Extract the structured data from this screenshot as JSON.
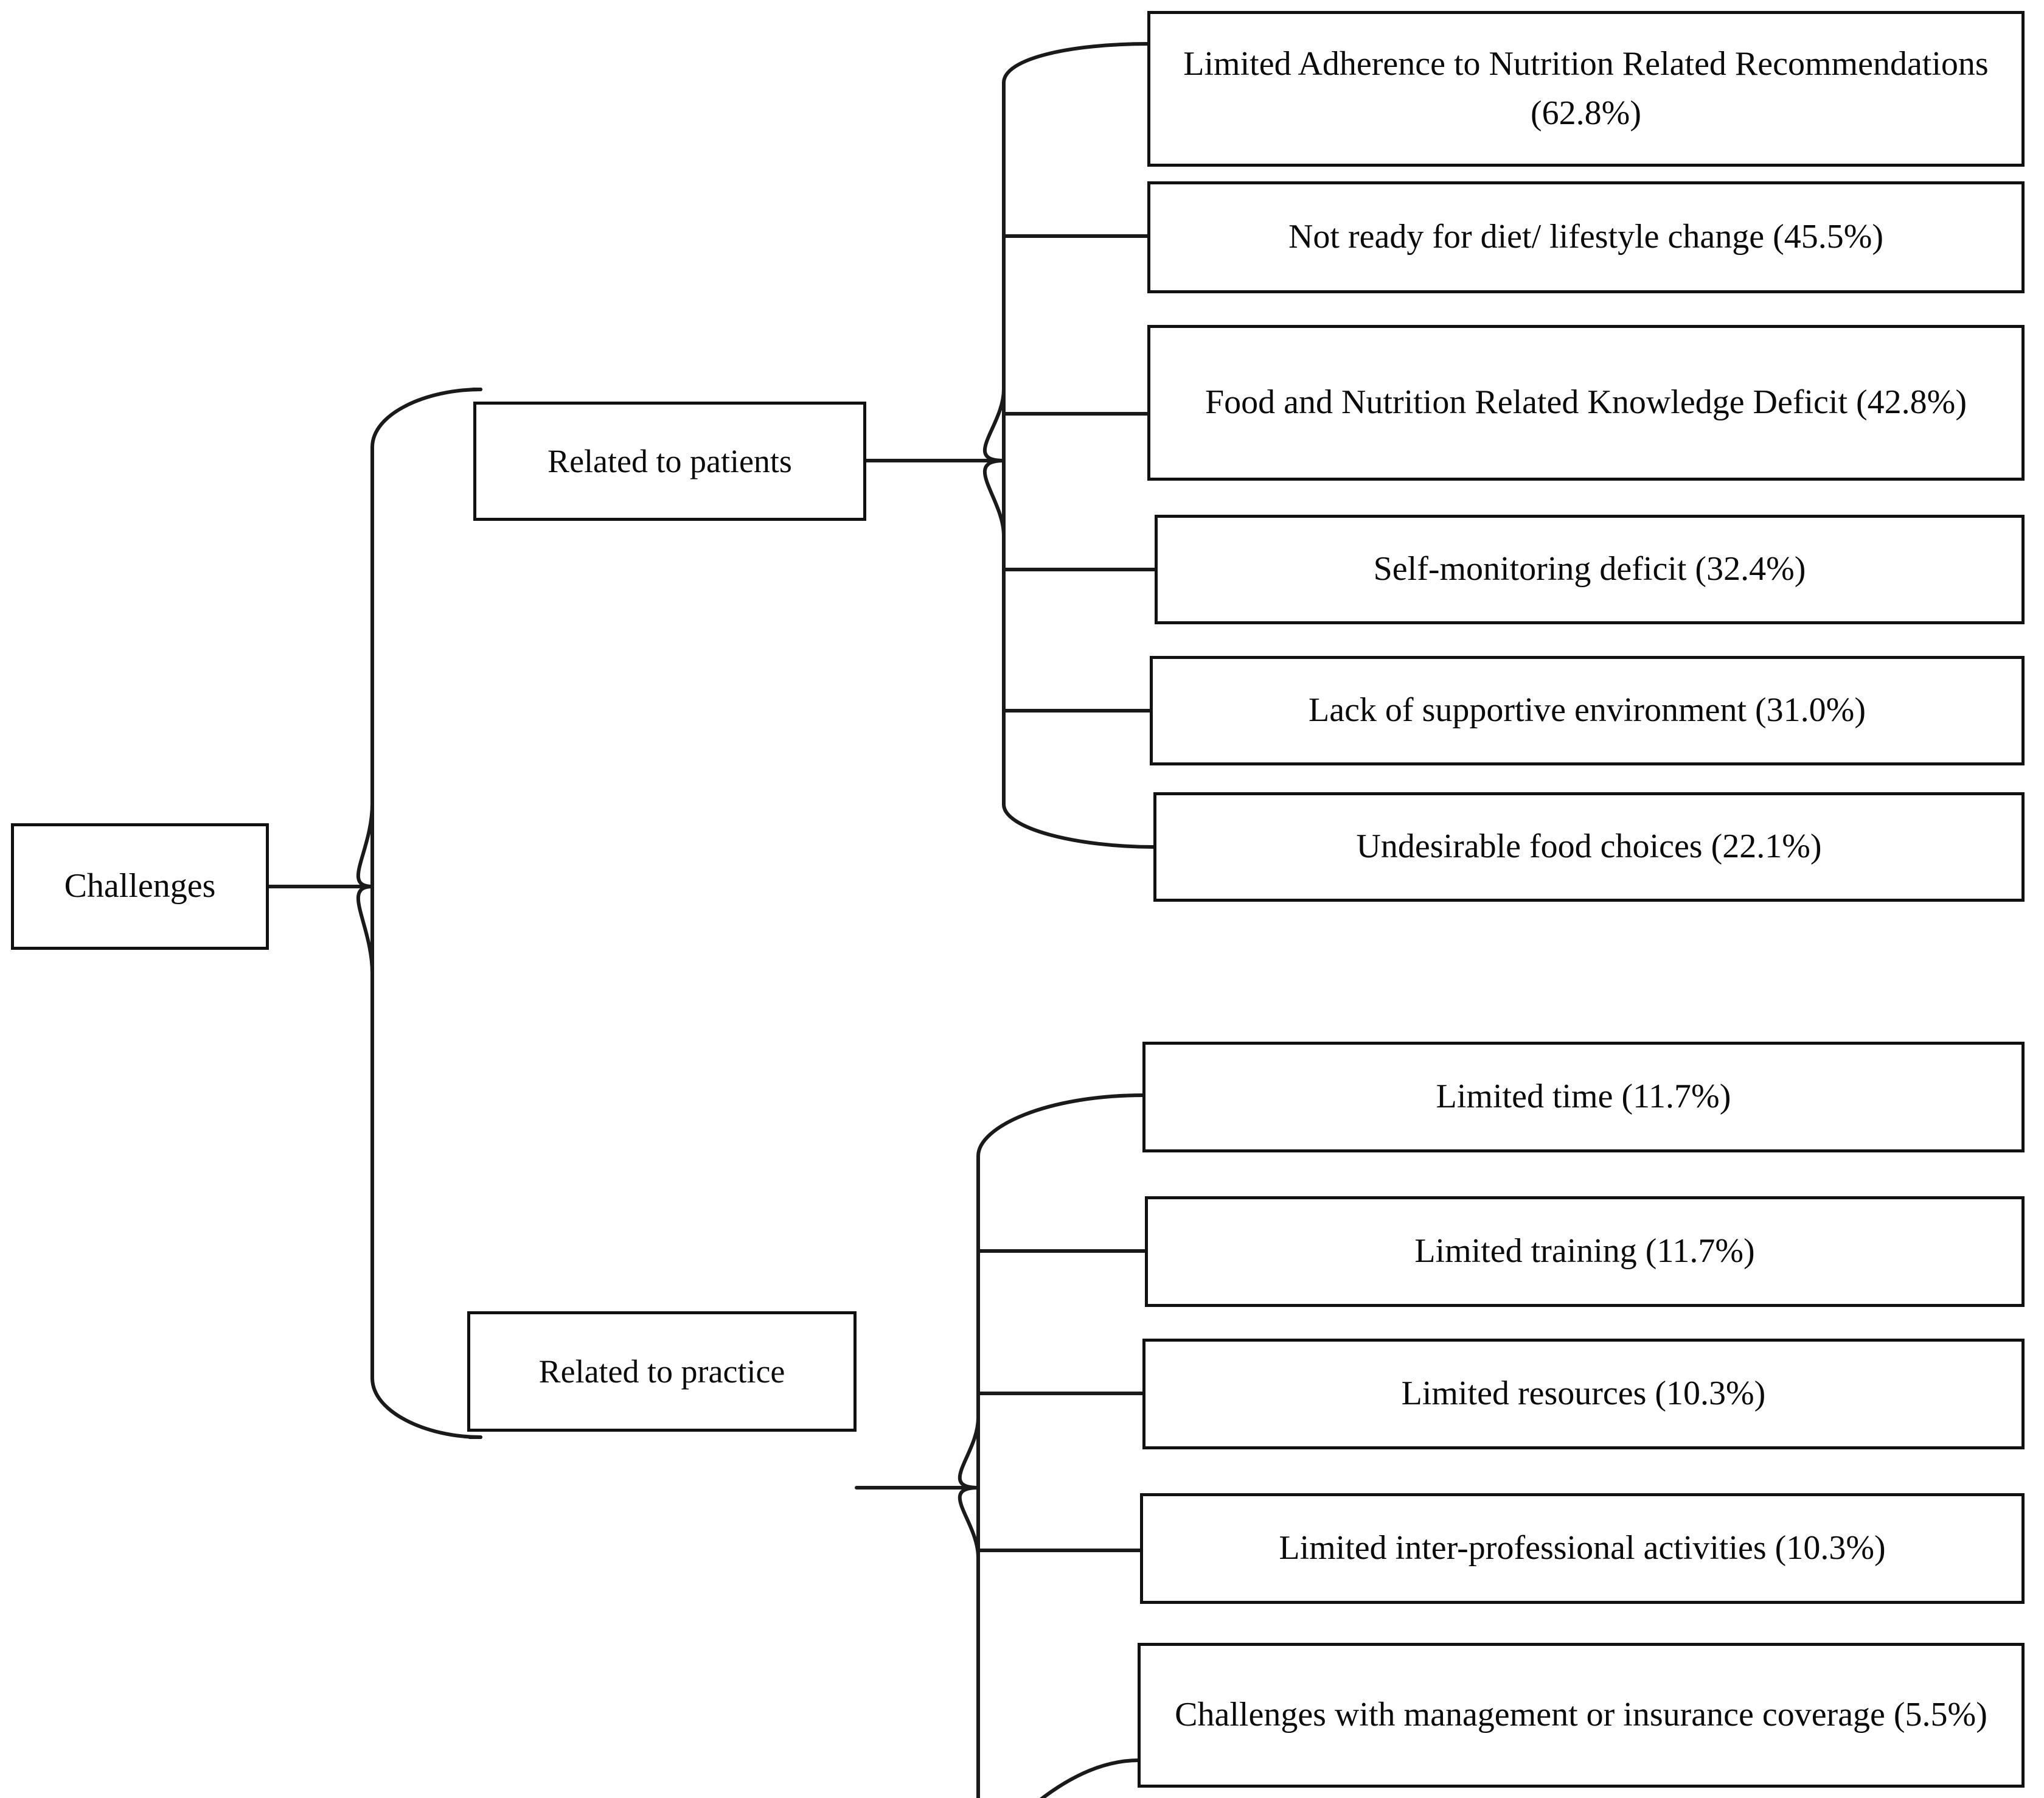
{
  "diagram": {
    "type": "tree-mind-map",
    "orientation": "left-to-right",
    "root": {
      "label": "Challenges"
    },
    "branches": [
      {
        "label": "Related to patients",
        "children": [
          {
            "label": "Limited Adherence to Nutrition Related Recommendations (62.8%)",
            "value": 62.8
          },
          {
            "label": "Not ready for diet/ lifestyle change (45.5%)",
            "value": 45.5
          },
          {
            "label": "Food and Nutrition Related Knowledge Deficit (42.8%)",
            "value": 42.8
          },
          {
            "label": "Self-monitoring deficit (32.4%)",
            "value": 32.4
          },
          {
            "label": "Lack of supportive environment (31.0%)",
            "value": 31.0
          },
          {
            "label": "Undesirable food choices (22.1%)",
            "value": 22.1
          }
        ]
      },
      {
        "label": "Related to practice",
        "children": [
          {
            "label": "Limited time (11.7%)",
            "value": 11.7
          },
          {
            "label": "Limited training (11.7%)",
            "value": 11.7
          },
          {
            "label": "Limited resources (10.3%)",
            "value": 10.3
          },
          {
            "label": "Limited inter-professional activities (10.3%)",
            "value": 10.3
          },
          {
            "label": "Challenges with management or insurance coverage (5.5%)",
            "value": 5.5
          }
        ]
      }
    ],
    "style": {
      "box_border_color": "#111111",
      "box_fill_color": "#ffffff",
      "connector_color": "#1a1a1a",
      "text_color": "#0b0b0b",
      "background_color": "#ffffff"
    }
  }
}
